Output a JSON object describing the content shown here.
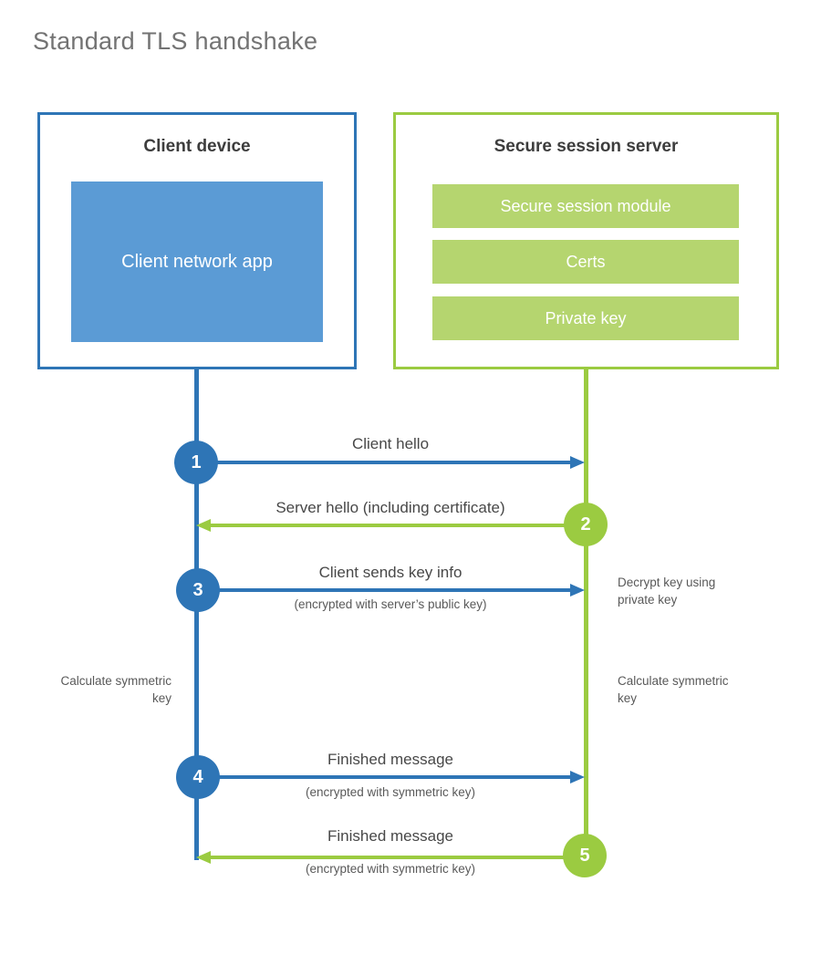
{
  "title": "Standard TLS handshake",
  "colors": {
    "blue": "#2e75b6",
    "blue_light": "#5b9bd5",
    "green": "#9bcb41",
    "green_light": "#b5d56f"
  },
  "client": {
    "title": "Client device",
    "app_label": "Client network app"
  },
  "server": {
    "title": "Secure session server",
    "modules": [
      "Secure session module",
      "Certs",
      "Private key"
    ]
  },
  "steps": [
    {
      "number": "1",
      "actor": "client",
      "direction": "right",
      "label": "Client hello",
      "sublabel": ""
    },
    {
      "number": "2",
      "actor": "server",
      "direction": "left",
      "label": "Server hello (including certificate)",
      "sublabel": ""
    },
    {
      "number": "3",
      "actor": "client",
      "direction": "right",
      "label": "Client sends key info",
      "sublabel": "(encrypted with server’s public key)"
    },
    {
      "number": "4",
      "actor": "client",
      "direction": "right",
      "label": "Finished message",
      "sublabel": "(encrypted with symmetric key)"
    },
    {
      "number": "5",
      "actor": "server",
      "direction": "left",
      "label": "Finished message",
      "sublabel": "(encrypted with symmetric key)"
    }
  ],
  "annotations": {
    "decrypt_note": "Decrypt key using private key",
    "calculate_left": "Calculate symmetric key",
    "calculate_right": "Calculate symmetric key"
  }
}
